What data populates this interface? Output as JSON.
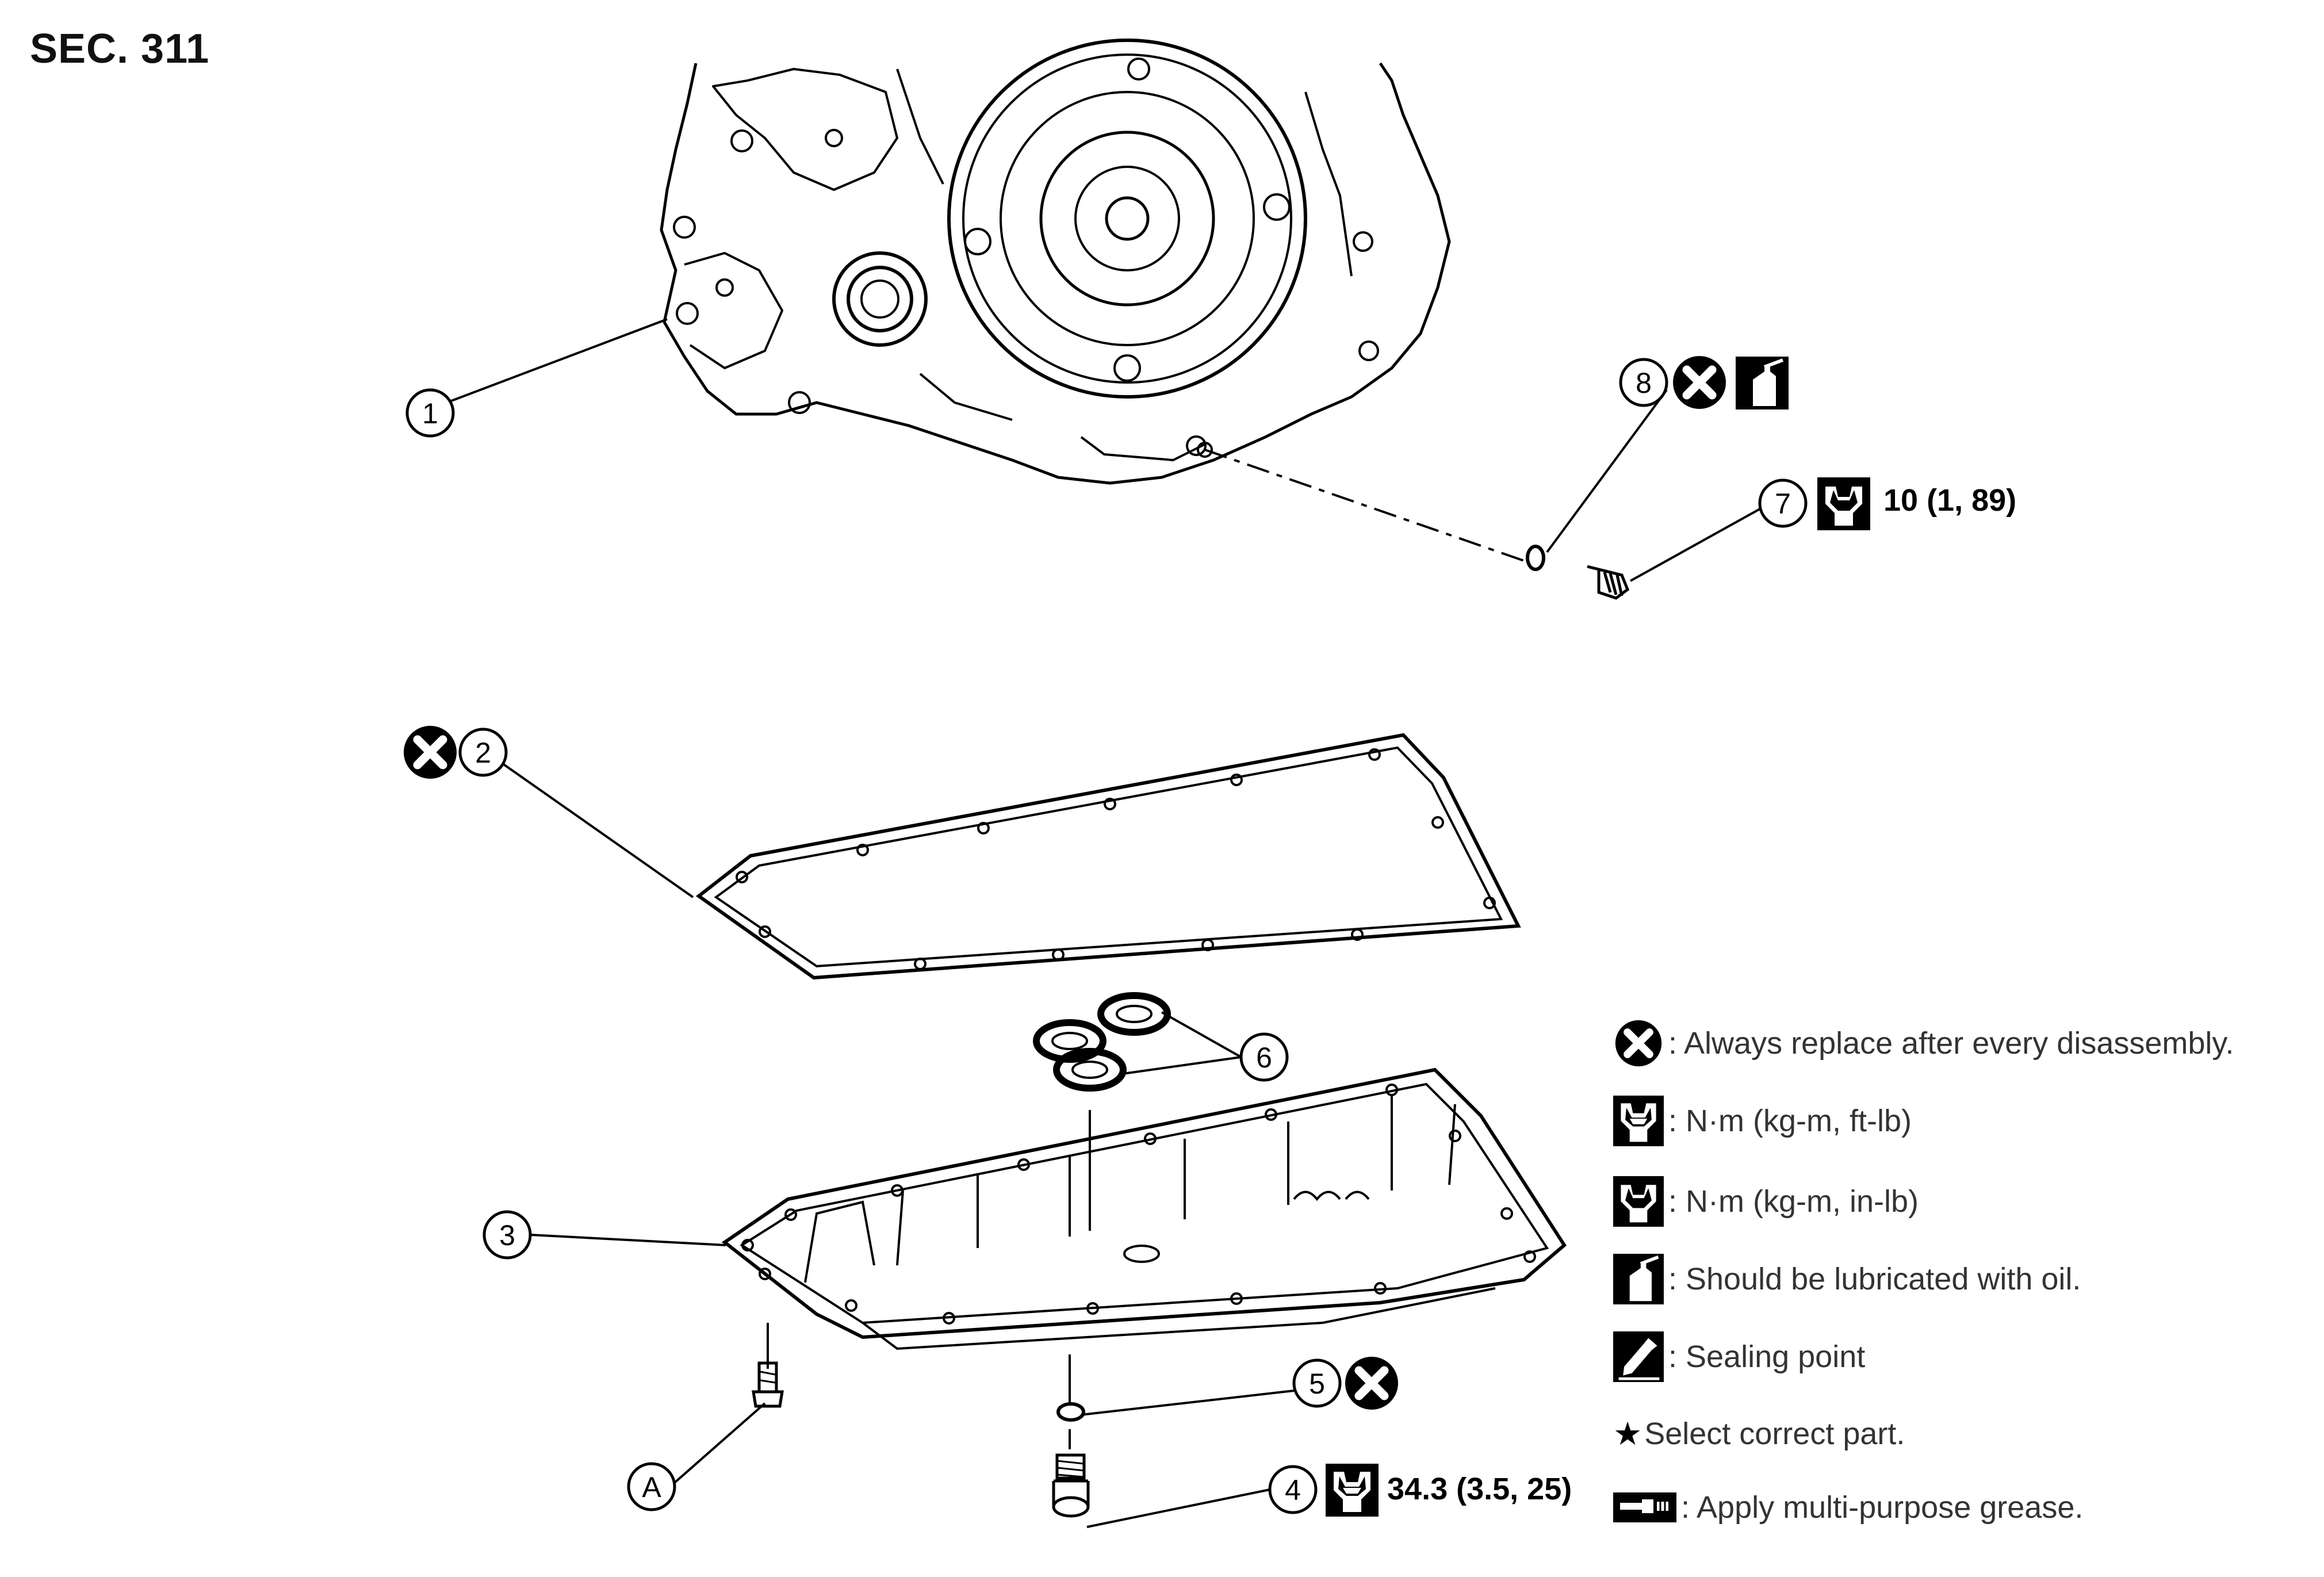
{
  "section": {
    "title": "SEC. 311"
  },
  "callouts": {
    "c1": "1",
    "c2": "2",
    "c3": "3",
    "c4": "4",
    "c5": "5",
    "c6": "6",
    "c7": "7",
    "c8": "8",
    "cA": "A"
  },
  "torques": {
    "drain_plug": "34.3 (3.5, 25)",
    "overflow_plug": "10 (1, 89)"
  },
  "legend": {
    "replace": ": Always replace after every disassembly.",
    "torque_ftlb": ": N·m (kg-m, ft-lb)",
    "torque_inlb": ": N·m (kg-m, in-lb)",
    "oil": ": Should be lubricated with oil.",
    "sealing": ": Sealing point",
    "star_symbol": "★",
    "select": " Select correct part.",
    "grease": ": Apply multi-purpose grease."
  },
  "icons": {
    "replace": "x-circle-icon",
    "torque_ftlb": "wrench-outline-icon",
    "torque_inlb": "wrench-filled-icon",
    "oil": "oil-can-icon",
    "sealing": "sealant-tube-icon",
    "star": "star-icon",
    "grease": "grease-gun-icon"
  }
}
